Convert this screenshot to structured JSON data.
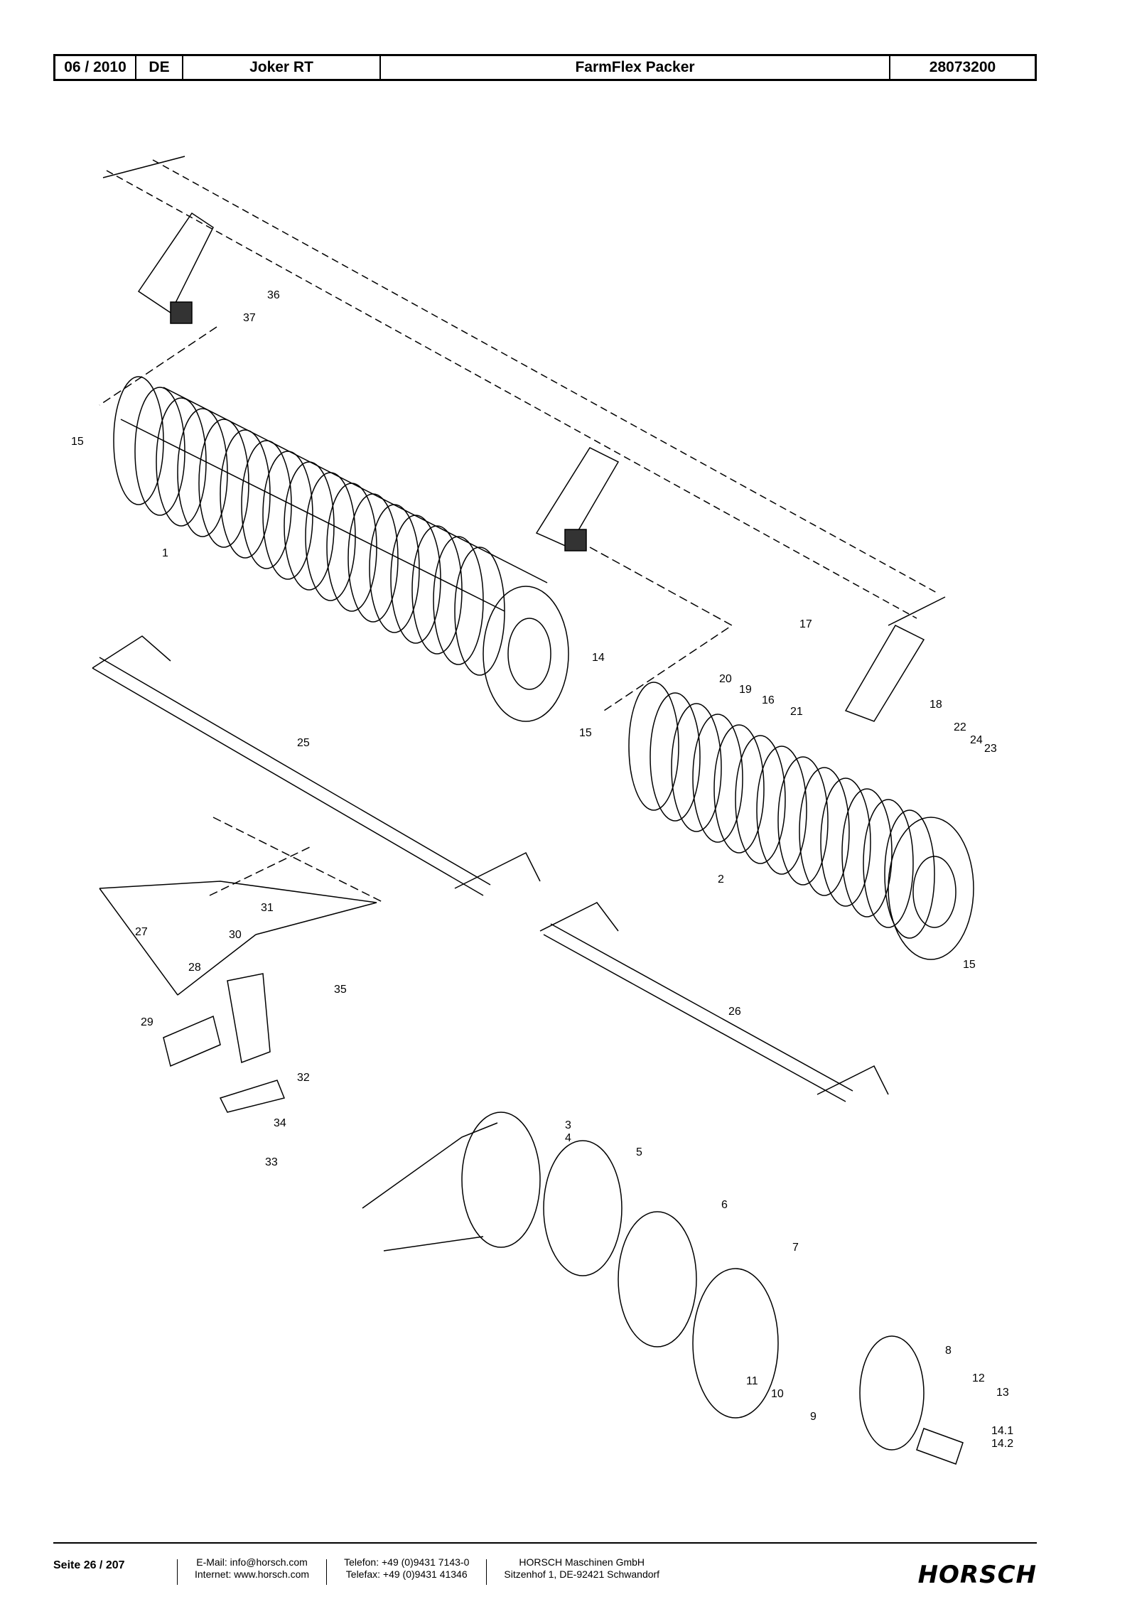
{
  "header": {
    "date": "06 / 2010",
    "lang": "DE",
    "machine": "Joker RT",
    "assembly": "FarmFlex Packer",
    "part_no": "28073200"
  },
  "callouts": {
    "c1": "1",
    "c2": "2",
    "c3": "3",
    "c4": "4",
    "c5": "5",
    "c6": "6",
    "c7": "7",
    "c8": "8",
    "c9": "9",
    "c10": "10",
    "c11": "11",
    "c12": "12",
    "c13": "13",
    "c14": "14",
    "c14_1": "14.1",
    "c14_2": "14.2",
    "c15a": "15",
    "c15b": "15",
    "c15c": "15",
    "c16": "16",
    "c17": "17",
    "c18": "18",
    "c19": "19",
    "c20": "20",
    "c21": "21",
    "c22": "22",
    "c23": "23",
    "c24": "24",
    "c25": "25",
    "c26": "26",
    "c27": "27",
    "c28": "28",
    "c29": "29",
    "c30": "30",
    "c31": "31",
    "c32": "32",
    "c33": "33",
    "c34": "34",
    "c35": "35",
    "c36": "36",
    "c37": "37"
  },
  "footer": {
    "page": "Seite 26 / 207",
    "email": "E-Mail: info@horsch.com",
    "internet": "Internet: www.horsch.com",
    "phone": "Telefon: +49 (0)9431 7143-0",
    "fax": "Telefax: +49 (0)9431 41346",
    "company": "HORSCH Maschinen GmbH",
    "address": "Sitzenhof 1, DE-92421 Schwandorf",
    "logo": "HORSCH"
  }
}
